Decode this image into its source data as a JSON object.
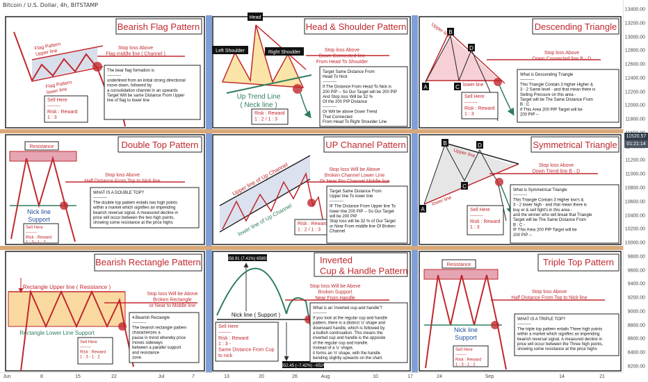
{
  "header": {
    "title": "Bitcoin / U.S. Dollar, 4h, BITSTAMP"
  },
  "price_axis": {
    "ticks": [
      "13400.00",
      "13200.00",
      "13000.00",
      "12800.00",
      "12600.00",
      "12400.00",
      "12200.00",
      "12000.00",
      "11800.00",
      "11600.00",
      "11400.00",
      "11200.00",
      "11000.00",
      "10800.00",
      "10600.00",
      "10400.00",
      "10200.00",
      "10000.00",
      "9800.00",
      "9600.00",
      "9400.00",
      "9200.00",
      "9000.00",
      "8800.00",
      "8600.00",
      "8400.00",
      "8200.00"
    ],
    "current_price": "11520.57",
    "countdown": "01:21:14"
  },
  "time_axis": {
    "ticks": [
      "Jun",
      "8",
      "15",
      "22",
      "Jul",
      "7",
      "13",
      "20",
      "26",
      "Aug",
      "10",
      "17",
      "24",
      "Sep",
      "14",
      "21"
    ]
  },
  "colors": {
    "bear_red": "#c0272d",
    "panel_border": "#222222",
    "separator_blue": "#7f9fd6",
    "separator_tan": "#d8a878",
    "rect_fill": "#f9d9a0",
    "sr_pink": "#e6a5b2"
  },
  "p1": {
    "title": "Bearish Flag Pattern",
    "flag_upper": "Flag Pattern\nUpper line",
    "flag_lower": "Flag Pattern\nlower line",
    "stoploss": "Stop loss Above\nFlag middle line ( Channel )",
    "sell": "Sell Here\n--------\nRisk : Reward\n1 : 3",
    "desc": "The bear flag formation is\n----------\nunderlined from an initial strong directional\nmove down, followed by\na consolidation channel in an upwards\n\nTarget Will be same Distance From Upper\nline of flag to lower line"
  },
  "p2": {
    "title": "Head & Shoulder Pattern",
    "head": "Head",
    "left_shoulder": "Left Shoulder",
    "right_shoulder": "Right Shoulder",
    "neck": "Up Trend Line\n( Neck line )",
    "stoploss": "Stop loss Above\nDown Connected line\nFrom Head To Shoulder",
    "risk": "Risk : Reward\n1 : 2 / 1 : 3",
    "desc": "Target  Same Distance From\nHead To Nick\n----------\nIf The Distance From Head To Nick  is\n200 PIP -- So Our Target will be 200 PIP\n\nAnd Stop loss Will be 32 %\nOf the 200 PIP Distance\n----------\nOr Will be above Down Trend\nThat Connected\nFrom Head To Right Shoulder Line"
  },
  "p3": {
    "title": "Descending Triangle",
    "upper": "Upper line",
    "lower": "lower line",
    "stoploss": "Stop loss Above\nDown Connected line  B - D",
    "sell": "Sell Here\n--------\nRisk : Reward\n1 : 3",
    "desc": "What is Descending Triangle\n----------\nThis Triangle Contain 3 higher Higher &\n3 - 2 Same level - and that mean there is\nSelling Pressure  on this area -\n\nTarget will be The Same Distance From\nB : C\nIf This Area 200 PIP  Target will be\n200 PIP --",
    "pt_a": "A",
    "pt_b": "B",
    "pt_c": "C",
    "pt_d": "D"
  },
  "p4": {
    "title": "Double Top Pattern",
    "resistance": "Resistance",
    "nick": "Nick line\nSupport",
    "stoploss": "Stop loss Above\nHalf Distance From Top to Nick line",
    "sell": "Sell Here\n--------\nRisk : Reward\n1 : 3 - 1 : 2",
    "desc": "WHAT IS A DOUBLE TOP?\n----------\nThe double top pattern entails two high points\nwithin a market which signifies an impending\nbearish reversal signal. A measured decline in\nprice will occur between the two high points,\nshowing some resistance at the price highs"
  },
  "p5": {
    "title": "UP Channel Pattern",
    "upper": "Upper line of Up Channel",
    "lower": "lower line of Up Channel",
    "stoploss": "Stop loss Will be Above\nBroken Channel Lower Line\nOr Near Fro Channel Middle line",
    "risk": "Risk : Reward\n1 : 2 / 1 : 3",
    "desc": "Target  Same Distance From\nUpper line To lower line\n----------\nIF The Distance From Upper line To\nlower line 200 PIP -- So Our Target\nwill be 200 PIP\n\nStop loss will be 32 % of Our Target\nor Near From middle line Of Broken\nChannel"
  },
  "p6": {
    "title": "Symmetrical Triangle",
    "upper": "Upper line",
    "lower": "lower line",
    "stoploss": "Stop loss Above\nDown Trend line  B - D",
    "sell": "Sell Here\n--------\nRisk : Reward\n1 : 3",
    "desc": "What is Symmetrical Triangle\n----------\nThis Triangle Contain 3 Higher low's &\n3 - 2 lower high - and that mean there is\nbuy er & sell fight's in this area -\nand the winner who will break that Triangle\n\nTarget will be The Same Distance From\nB : C -\nIF This Area 200 PIP  Target will be\n200 PIP --",
    "pt_a": "A",
    "pt_b": "B",
    "pt_c": "C",
    "pt_d": "D"
  },
  "p7": {
    "title": "Bearish Rectangle Pattern",
    "upper": "Rectangle Upper line ( Resistance )",
    "lower": "Rectangle Lower Line Support",
    "stoploss": "Stop loss Will be Above\nBroken Rectangle\nor Near to Middle line",
    "sell": "Sell Here\n--------\nRisk : Reward\n1 : 3 - 1 : 2",
    "desc": "4.Bearish Rectangle\n----------\nThe bearish rectangle pattern\ncharacterizes a\npause in trend whereby price\nmoves sideways\nbetween a parallel support\nand resistance\nzone."
  },
  "p8": {
    "title": "Inverted\nCup & Handle Pattern",
    "measure_top": "658.91 (7.41%) 65891",
    "measure_bottom": "−652.45 (−7.42%) −65245",
    "nick": "Nick line ( Support )",
    "stoploss": "Stop loss Will be Above\nBroken Support\nNear From Handle",
    "sell": "Sell Here\n--------\nRisk : Reward\n1 : 3 -\nSame Distance From Cup\nto nick",
    "desc": "What is an 'inverted cup and handle'?\n----------\nIf you look at the regular cup and handle\npattern, there is a distinct 'u' shape and\ndownward handle, which is followed by\na bullish continuation. This means the\ninverted cup and handle is the opposite\nof the regular cup and handle.\nInstead of a 'u' shape,\nit forms an 'n' shape, with the handle\nbending slightly upwards on the chart."
  },
  "p9": {
    "title": "Triple Top Pattern",
    "resistance": "Resistance",
    "nick": "Nick line\nSupport",
    "stoploss": "Stop loss Above\nHalf Distance From Top to Nick line",
    "sell": "Sell Here\n--------\nRisk : Reward\n1 : 3 - 1 : 2",
    "desc": "WHAT IS A TRIPLE TOP?\n----------\nThe triple top pattern entails Three high points\nwithin a market which signifies an impending\nbearish reversal signal. A measured decline in\nprice will occur between the Three high points,\nshowing some resistance at the price highs"
  }
}
